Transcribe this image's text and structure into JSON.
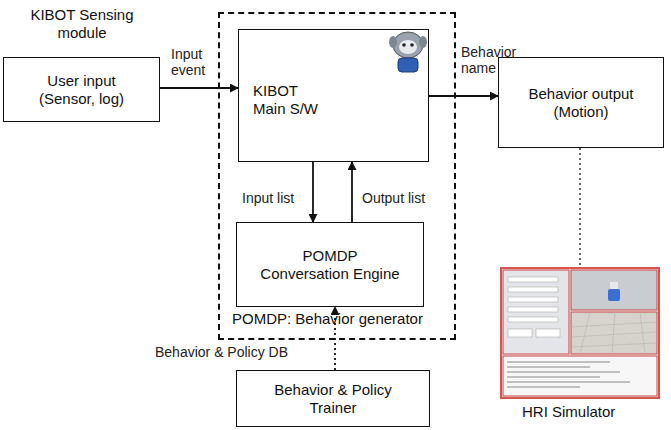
{
  "diagram": {
    "nodes": [
      {
        "text": [
          "KIBOT Sensing module",
          "User input (Sensor, log)"
        ]
      },
      {
        "text": [
          "POMDP: Behavior generator"
        ]
      },
      {
        "text": [
          "KIBOT Main S/W"
        ],
        "in": 1
      },
      {
        "text": [
          "POMDP Conversation Engine"
        ],
        "in": 1
      },
      {
        "text": [
          "Behavior output (Motion)"
        ]
      },
      {
        "text": [
          "Behavior & Policy Trainer"
        ]
      }
    ],
    "edges": [
      {
        "from": 0,
        "to": 2,
        "label": "Input event",
        "arrow": "to"
      },
      {
        "from": 2,
        "to": 4,
        "label": "Behavior name",
        "arrow": "to"
      },
      {
        "from": 2,
        "to": 3,
        "label": "Input list",
        "arrow": "to"
      },
      {
        "from": 3,
        "to": 2,
        "label": "Output list",
        "arrow": "to"
      },
      {
        "from": 5,
        "to": 3,
        "label": "Behavior & Policy DB",
        "arrow": "to"
      }
    ],
    "labels": [
      "HRI Simulator"
    ]
  }
}
